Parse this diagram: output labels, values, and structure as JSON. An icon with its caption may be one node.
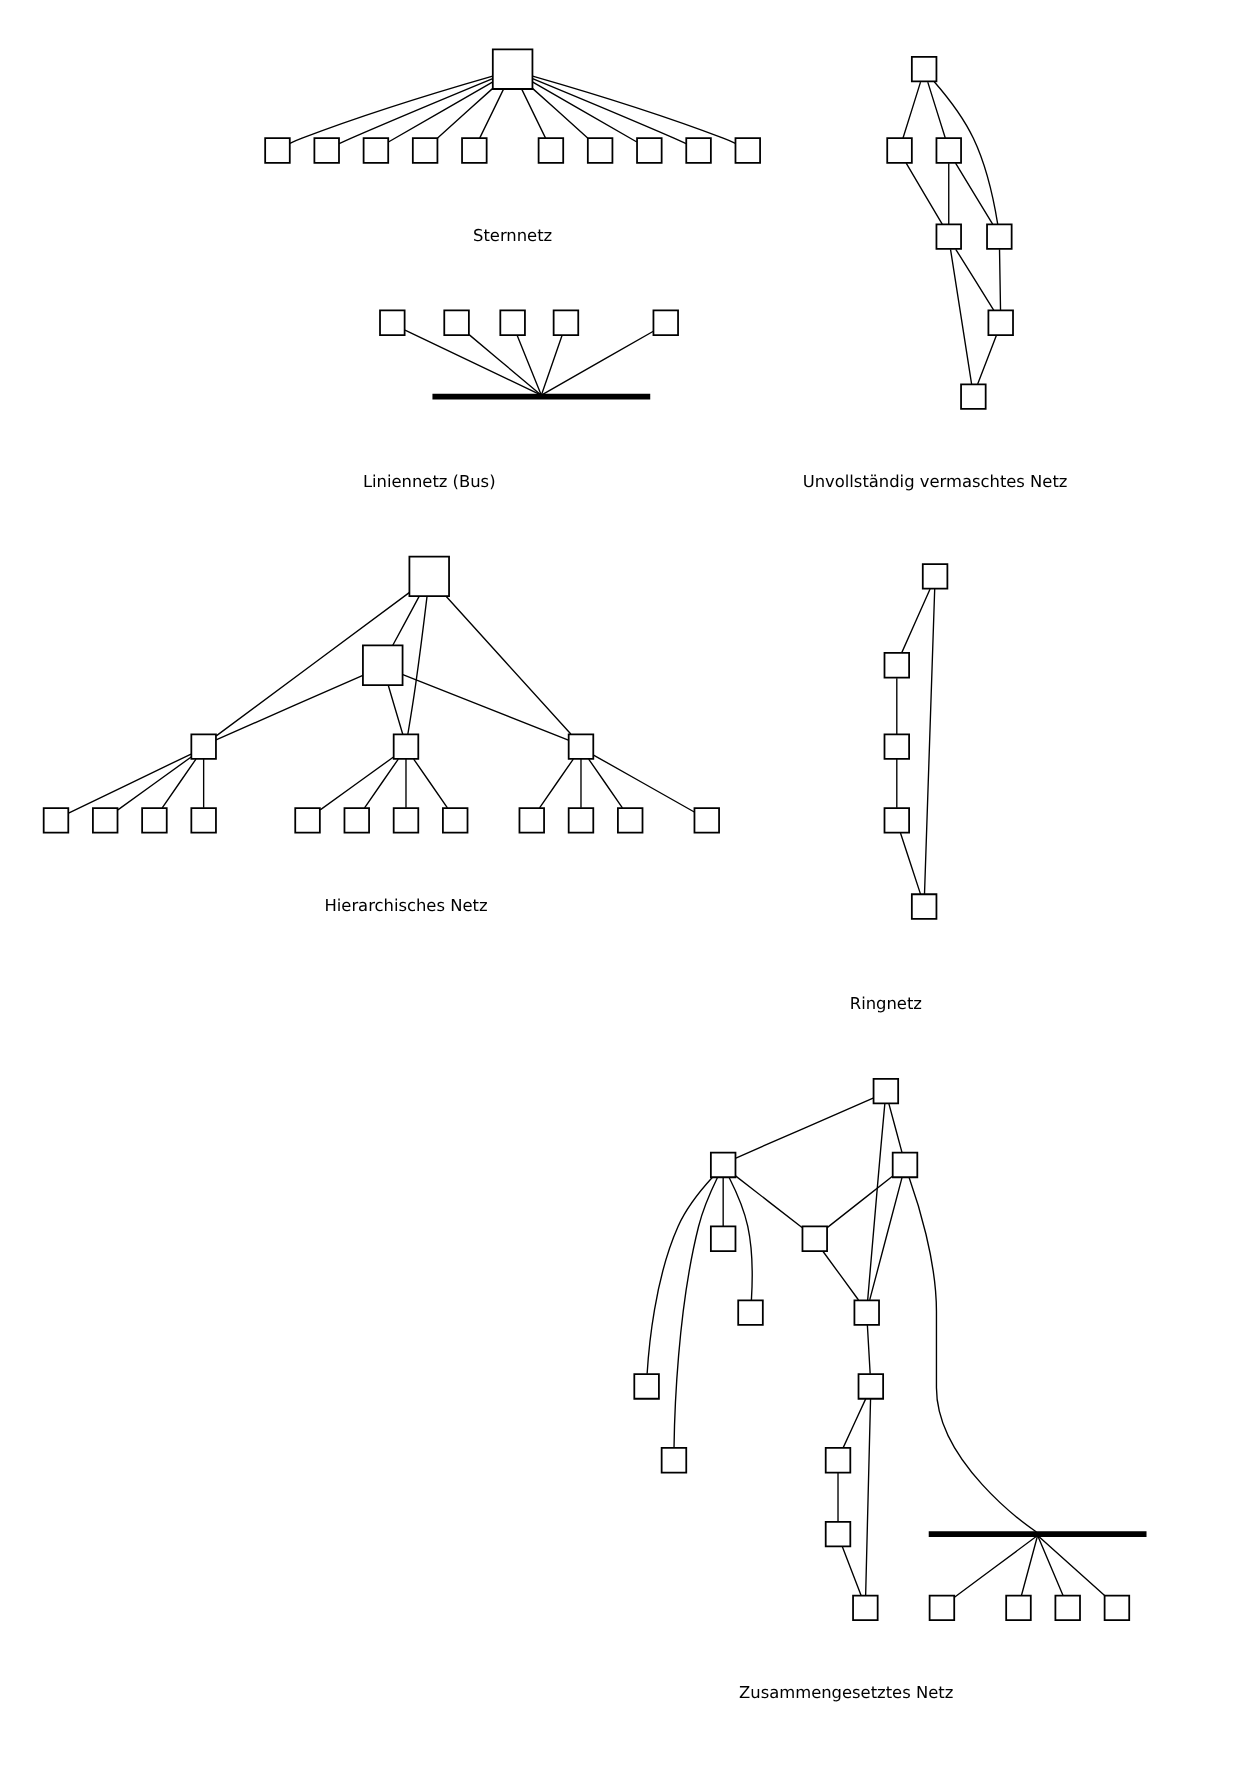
{
  "diagram": {
    "nodes": [
      {
        "text": [],
        "shape": "box"
      },
      {
        "text": [],
        "shape": "box"
      },
      {
        "text": [],
        "shape": "box"
      },
      {
        "text": [],
        "shape": "box"
      },
      {
        "text": [],
        "shape": "box"
      },
      {
        "text": [],
        "shape": "box"
      },
      {
        "text": [],
        "shape": "box"
      },
      {
        "text": [],
        "shape": "box"
      },
      {
        "text": [],
        "shape": "box"
      },
      {
        "text": [],
        "shape": "box"
      },
      {
        "text": [],
        "shape": "box"
      },
      {
        "text": [],
        "shape": "box"
      },
      {
        "text": [],
        "shape": "box"
      },
      {
        "text": [],
        "shape": "box"
      },
      {
        "text": [],
        "shape": "box"
      },
      {
        "text": [],
        "shape": "box"
      },
      {
        "text": [],
        "shape": "box"
      },
      {
        "text": [],
        "shape": "box"
      },
      {
        "text": [],
        "shape": "box"
      },
      {
        "text": [],
        "shape": "box"
      },
      {
        "text": [],
        "shape": "box"
      },
      {
        "text": [],
        "shape": "box"
      },
      {
        "text": [],
        "shape": "box"
      },
      {
        "text": [],
        "shape": "bar"
      },
      {
        "text": [],
        "shape": "box"
      },
      {
        "text": [],
        "shape": "box"
      },
      {
        "text": [],
        "shape": "box"
      },
      {
        "text": [],
        "shape": "box"
      },
      {
        "text": [],
        "shape": "box"
      },
      {
        "text": [],
        "shape": "box"
      },
      {
        "text": [],
        "shape": "box"
      },
      {
        "text": [],
        "shape": "box"
      },
      {
        "text": [],
        "shape": "box"
      },
      {
        "text": [],
        "shape": "box"
      },
      {
        "text": [],
        "shape": "box"
      },
      {
        "text": [],
        "shape": "box"
      },
      {
        "text": [],
        "shape": "box"
      },
      {
        "text": [],
        "shape": "box"
      },
      {
        "text": [],
        "shape": "box"
      },
      {
        "text": [],
        "shape": "box"
      },
      {
        "text": [],
        "shape": "box"
      },
      {
        "text": [],
        "shape": "box"
      },
      {
        "text": [],
        "shape": "box"
      },
      {
        "text": [],
        "shape": "box"
      },
      {
        "text": [],
        "shape": "box"
      },
      {
        "text": [],
        "shape": "box"
      },
      {
        "text": [],
        "shape": "box"
      },
      {
        "text": [],
        "shape": "box"
      },
      {
        "text": [],
        "shape": "box"
      },
      {
        "text": [],
        "shape": "box"
      },
      {
        "text": [],
        "shape": "box"
      },
      {
        "text": [],
        "shape": "box"
      },
      {
        "text": [],
        "shape": "box"
      },
      {
        "text": [],
        "shape": "box"
      },
      {
        "text": [],
        "shape": "bar"
      },
      {
        "text": [],
        "shape": "box"
      },
      {
        "text": [],
        "shape": "box"
      },
      {
        "text": [],
        "shape": "box"
      },
      {
        "text": [],
        "shape": "box"
      },
      {
        "text": [],
        "shape": "box"
      },
      {
        "text": [],
        "shape": "box"
      },
      {
        "text": [],
        "shape": "box"
      },
      {
        "text": [],
        "shape": "box"
      },
      {
        "text": [],
        "shape": "box"
      }
    ],
    "edges": [
      {
        "from": 5,
        "to": 0,
        "arrow": "none"
      },
      {
        "from": 5,
        "to": 1,
        "arrow": "none"
      },
      {
        "from": 5,
        "to": 2,
        "arrow": "none"
      },
      {
        "from": 5,
        "to": 3,
        "arrow": "none"
      },
      {
        "from": 5,
        "to": 4,
        "arrow": "none"
      },
      {
        "from": 5,
        "to": 6,
        "arrow": "none"
      },
      {
        "from": 5,
        "to": 7,
        "arrow": "none"
      },
      {
        "from": 5,
        "to": 8,
        "arrow": "none"
      },
      {
        "from": 5,
        "to": 9,
        "arrow": "none"
      },
      {
        "from": 5,
        "to": 10,
        "arrow": "none"
      },
      {
        "from": 11,
        "to": 12,
        "arrow": "none"
      },
      {
        "from": 12,
        "to": 13,
        "arrow": "none"
      },
      {
        "from": 11,
        "to": 14,
        "arrow": "none"
      },
      {
        "from": 11,
        "to": 15,
        "arrow": "none"
      },
      {
        "from": 14,
        "to": 13,
        "arrow": "none"
      },
      {
        "from": 14,
        "to": 15,
        "arrow": "none"
      },
      {
        "from": 15,
        "to": 16,
        "arrow": "none"
      },
      {
        "from": 13,
        "to": 16,
        "arrow": "none"
      },
      {
        "from": 16,
        "to": 17,
        "arrow": "none"
      },
      {
        "from": 13,
        "to": 17,
        "arrow": "none"
      },
      {
        "from": 18,
        "to": 23,
        "arrow": "none"
      },
      {
        "from": 19,
        "to": 23,
        "arrow": "none"
      },
      {
        "from": 20,
        "to": 23,
        "arrow": "none"
      },
      {
        "from": 21,
        "to": 23,
        "arrow": "none"
      },
      {
        "from": 22,
        "to": 23,
        "arrow": "none"
      },
      {
        "from": 24,
        "to": 25,
        "arrow": "none"
      },
      {
        "from": 25,
        "to": 26,
        "arrow": "none"
      },
      {
        "from": 26,
        "to": 28,
        "arrow": "none"
      },
      {
        "from": 28,
        "to": 27,
        "arrow": "none"
      },
      {
        "from": 27,
        "to": 24,
        "arrow": "none"
      },
      {
        "from": 29,
        "to": 30,
        "arrow": "none"
      },
      {
        "from": 29,
        "to": 31,
        "arrow": "none"
      },
      {
        "from": 29,
        "to": 32,
        "arrow": "none"
      },
      {
        "from": 29,
        "to": 33,
        "arrow": "none"
      },
      {
        "from": 30,
        "to": 31,
        "arrow": "none"
      },
      {
        "from": 30,
        "to": 32,
        "arrow": "none"
      },
      {
        "from": 30,
        "to": 33,
        "arrow": "none"
      },
      {
        "from": 31,
        "to": 34,
        "arrow": "none"
      },
      {
        "from": 31,
        "to": 35,
        "arrow": "none"
      },
      {
        "from": 31,
        "to": 36,
        "arrow": "none"
      },
      {
        "from": 31,
        "to": 37,
        "arrow": "none"
      },
      {
        "from": 32,
        "to": 38,
        "arrow": "none"
      },
      {
        "from": 32,
        "to": 39,
        "arrow": "none"
      },
      {
        "from": 32,
        "to": 40,
        "arrow": "none"
      },
      {
        "from": 32,
        "to": 41,
        "arrow": "none"
      },
      {
        "from": 33,
        "to": 42,
        "arrow": "none"
      },
      {
        "from": 33,
        "to": 43,
        "arrow": "none"
      },
      {
        "from": 33,
        "to": 44,
        "arrow": "none"
      },
      {
        "from": 33,
        "to": 45,
        "arrow": "none"
      },
      {
        "from": 46,
        "to": 47,
        "arrow": "none"
      },
      {
        "from": 46,
        "to": 52,
        "arrow": "none"
      },
      {
        "from": 46,
        "to": 59,
        "arrow": "none"
      },
      {
        "from": 47,
        "to": 48,
        "arrow": "none"
      },
      {
        "from": 47,
        "to": 49,
        "arrow": "none"
      },
      {
        "from": 47,
        "to": 50,
        "arrow": "none"
      },
      {
        "from": 47,
        "to": 51,
        "arrow": "none"
      },
      {
        "from": 47,
        "to": 53,
        "arrow": "none"
      },
      {
        "from": 52,
        "to": 53,
        "arrow": "none"
      },
      {
        "from": 52,
        "to": 59,
        "arrow": "none"
      },
      {
        "from": 53,
        "to": 59,
        "arrow": "none"
      },
      {
        "from": 52,
        "to": 54,
        "arrow": "none"
      },
      {
        "from": 54,
        "to": 55,
        "arrow": "none"
      },
      {
        "from": 54,
        "to": 56,
        "arrow": "none"
      },
      {
        "from": 54,
        "to": 57,
        "arrow": "none"
      },
      {
        "from": 54,
        "to": 58,
        "arrow": "none"
      },
      {
        "from": 59,
        "to": 60,
        "arrow": "none"
      },
      {
        "from": 60,
        "to": 62,
        "arrow": "none"
      },
      {
        "from": 62,
        "to": 63,
        "arrow": "none"
      },
      {
        "from": 63,
        "to": 61,
        "arrow": "none"
      },
      {
        "from": 61,
        "to": 60,
        "arrow": "none"
      }
    ],
    "labels": [
      "Sternnetz",
      "Unvollständig vermaschtes Netz",
      "Liniennetz (Bus)",
      "Ringnetz",
      "Hierarchisches Netz",
      "Zusammengesetztes Netz"
    ]
  }
}
